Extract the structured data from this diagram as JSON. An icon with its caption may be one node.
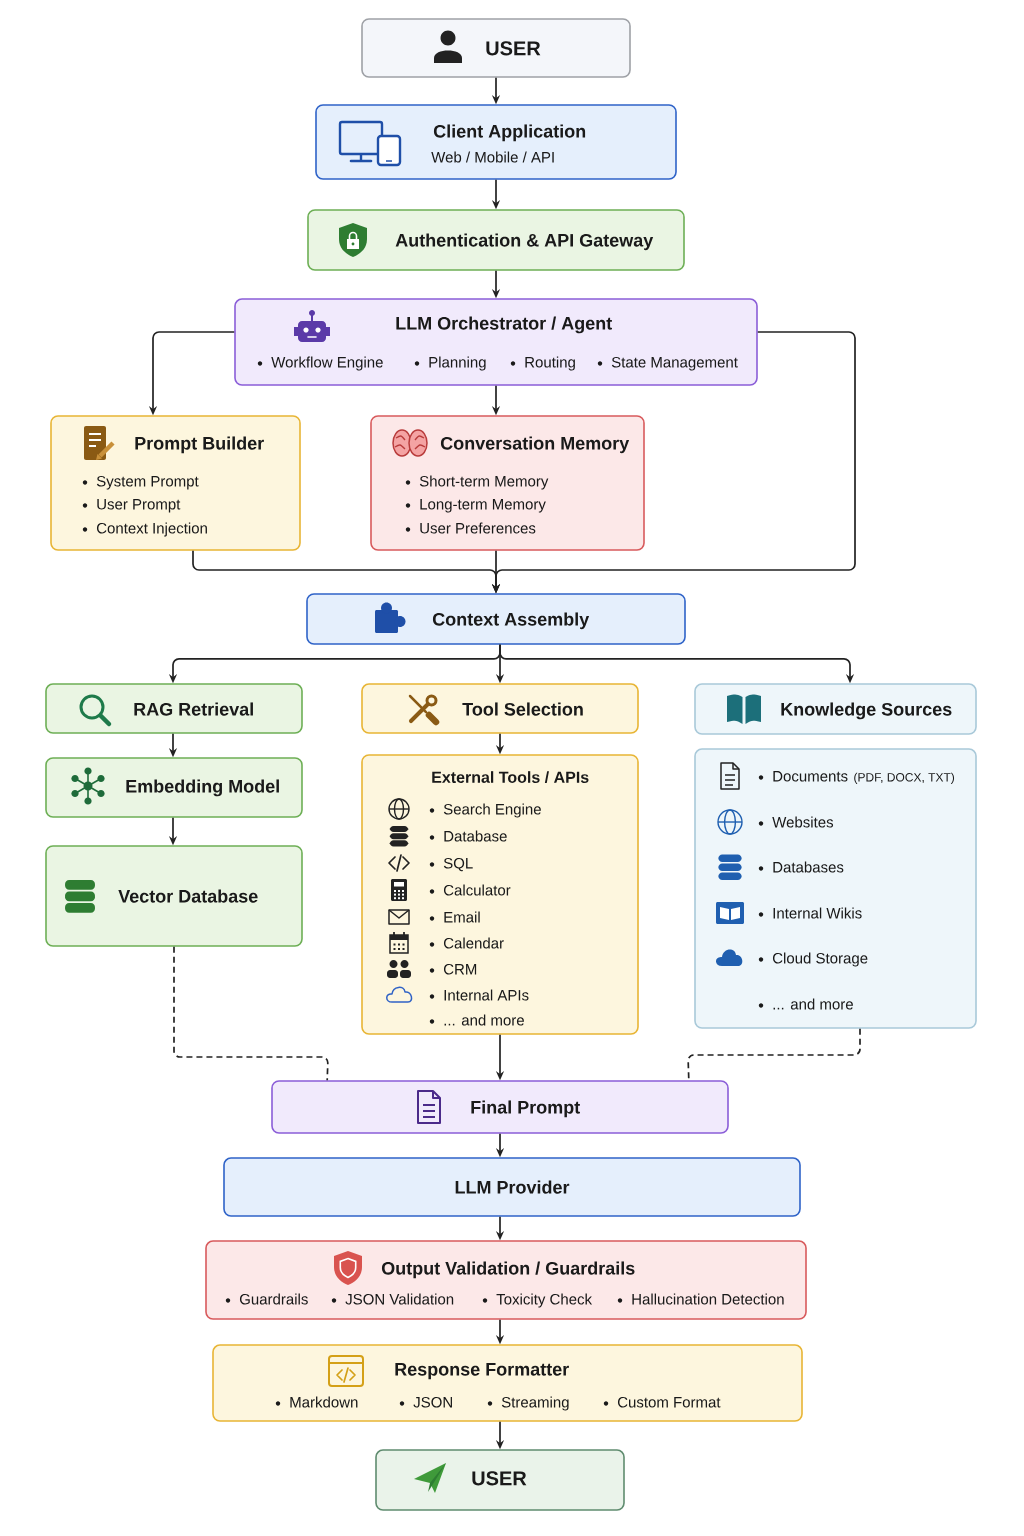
{
  "diagram": {
    "nodes": [
      {
        "text": [
          "USER"
        ]
      },
      {
        "text": [
          "Client Application",
          "Web / Mobile / API"
        ]
      },
      {
        "text": [
          "Authentication & API Gateway"
        ]
      },
      {
        "text": [
          "LLM Orchestrator / Agent",
          "Workflow Engine",
          "Planning",
          "Routing",
          "State Management"
        ]
      },
      {
        "text": [
          "Prompt Builder",
          "System Prompt",
          "User Prompt",
          "Context Injection"
        ]
      },
      {
        "text": [
          "Conversation Memory",
          "Short-term Memory",
          "Long-term Memory",
          "User Preferences"
        ]
      },
      {
        "text": [
          "Context Assembly"
        ]
      },
      {
        "text": [
          "RAG Retrieval"
        ]
      },
      {
        "text": [
          "Tool Selection"
        ]
      },
      {
        "text": [
          "Knowledge Sources"
        ]
      },
      {
        "text": [
          "Embedding Model"
        ]
      },
      {
        "text": [
          "External Tools / APIs",
          "Search Engine",
          "Database",
          "SQL",
          "Calculator",
          "Email",
          "Calendar",
          "CRM",
          "Internal APIs",
          "... and more"
        ]
      },
      {
        "text": [
          "Documents",
          "(PDF, DOCX, TXT)",
          "Websites",
          "Databases",
          "Internal Wikis",
          "Cloud Storage",
          "... and more"
        ]
      },
      {
        "text": [
          "Vector Database"
        ]
      },
      {
        "text": [
          "Final Prompt"
        ]
      },
      {
        "text": [
          "LLM Provider"
        ]
      },
      {
        "text": [
          "Output Validation / Guardrails",
          "Guardrails",
          "JSON Validation",
          "Toxicity Check",
          "Hallucination Detection"
        ]
      },
      {
        "text": [
          "Response Formatter",
          "Markdown",
          "JSON",
          "Streaming",
          "Custom Format"
        ]
      },
      {
        "text": [
          "USER"
        ]
      }
    ],
    "edges": [
      {
        "from": 0,
        "to": 1,
        "arrow": "to"
      },
      {
        "from": 1,
        "to": 2,
        "arrow": "to"
      },
      {
        "from": 2,
        "to": 3,
        "arrow": "to"
      },
      {
        "from": 3,
        "to": 4,
        "arrow": "to"
      },
      {
        "from": 3,
        "to": 5,
        "arrow": "to"
      },
      {
        "from": 3,
        "to": 6,
        "arrow": "to"
      },
      {
        "from": 4,
        "to": 6,
        "arrow": "to"
      },
      {
        "from": 5,
        "to": 6,
        "arrow": "to"
      },
      {
        "from": 6,
        "to": 7,
        "arrow": "to"
      },
      {
        "from": 6,
        "to": 8,
        "arrow": "to"
      },
      {
        "from": 6,
        "to": 9,
        "arrow": "to"
      },
      {
        "from": 7,
        "to": 10,
        "arrow": "to"
      },
      {
        "from": 10,
        "to": 13,
        "arrow": "to"
      },
      {
        "from": 8,
        "to": 11,
        "arrow": "to"
      },
      {
        "from": 13,
        "to": 14,
        "arrow": "none",
        "style": "dashed"
      },
      {
        "from": 11,
        "to": 14,
        "arrow": "to"
      },
      {
        "from": 12,
        "to": 14,
        "arrow": "none",
        "style": "dashed"
      },
      {
        "from": 14,
        "to": 15,
        "arrow": "to"
      },
      {
        "from": 15,
        "to": 16,
        "arrow": "to"
      },
      {
        "from": 16,
        "to": 17,
        "arrow": "to"
      },
      {
        "from": 17,
        "to": 18,
        "arrow": "to"
      }
    ]
  }
}
